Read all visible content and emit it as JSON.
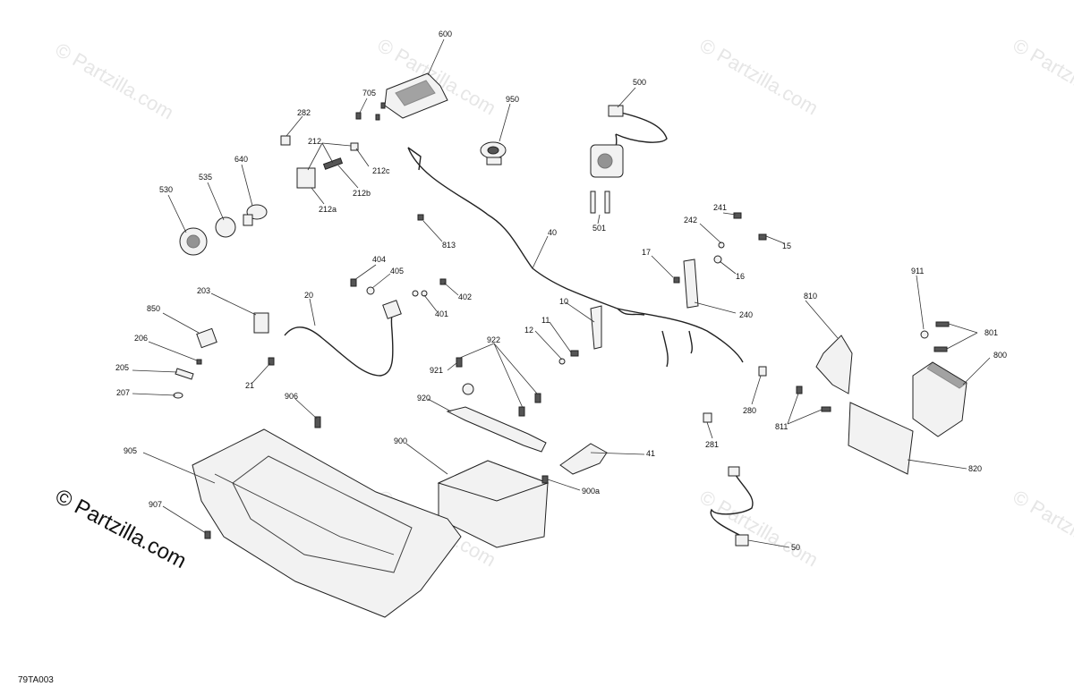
{
  "diagram_code": "79TA003",
  "logo_text": "© Partzilla.com",
  "watermark_text": "© Partzilla.com",
  "labels": {
    "l600": "600",
    "l705": "705",
    "l950": "950",
    "l500": "500",
    "l282": "282",
    "l212": "212",
    "l212c": "212c",
    "l212b": "212b",
    "l212a": "212a",
    "l640": "640",
    "l535": "535",
    "l530": "530",
    "l813": "813",
    "l40": "40",
    "l501": "501",
    "l241": "241",
    "l242": "242",
    "l15": "15",
    "l17": "17",
    "l16": "16",
    "l404": "404",
    "l405": "405",
    "l402": "402",
    "l401": "401",
    "l203": "203",
    "l20": "20",
    "l850": "850",
    "l206": "206",
    "l205": "205",
    "l207": "207",
    "l21": "21",
    "l10": "10",
    "l11": "11",
    "l12": "12",
    "l240": "240",
    "l810": "810",
    "l911": "911",
    "l801": "801",
    "l800": "800",
    "l922": "922",
    "l921": "921",
    "l906": "906",
    "l920": "920",
    "l280": "280",
    "l811": "811",
    "l281": "281",
    "l820": "820",
    "l900": "900",
    "l41": "41",
    "l900a": "900a",
    "l905": "905",
    "l907": "907",
    "l50": "50"
  }
}
